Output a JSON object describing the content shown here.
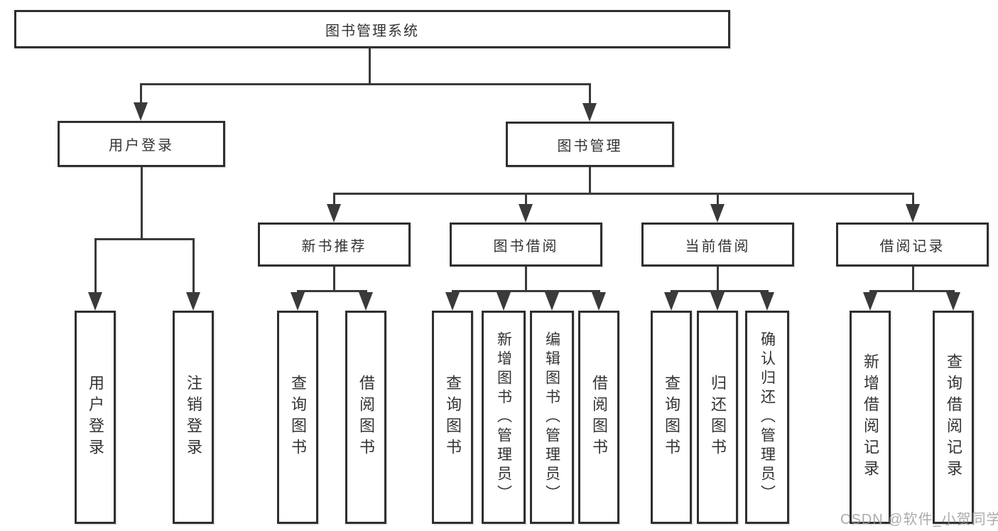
{
  "diagram": {
    "type": "hierarchy-tree",
    "title": "图书管理系统",
    "colors": {
      "background": "#ffffff",
      "box_fill": "#ffffff",
      "box_border": "#2f2f2f",
      "line": "#3a3a3a",
      "text": "#333333",
      "watermark": "#999999"
    }
  },
  "tree": {
    "root": {
      "label": "图书管理系统",
      "children": [
        {
          "label": "用户登录",
          "children": [
            {
              "label": "用户登录"
            },
            {
              "label": "注销登录"
            }
          ]
        },
        {
          "label": "图书管理",
          "children": [
            {
              "label": "新书推荐",
              "children": [
                {
                  "label": "查询图书"
                },
                {
                  "label": "借阅图书"
                }
              ]
            },
            {
              "label": "图书借阅",
              "children": [
                {
                  "label": "查询图书"
                },
                {
                  "label": "新增图书（管理员）"
                },
                {
                  "label": "编辑图书（管理员）"
                },
                {
                  "label": "借阅图书"
                }
              ]
            },
            {
              "label": "当前借阅",
              "children": [
                {
                  "label": "查询图书"
                },
                {
                  "label": "归还图书"
                },
                {
                  "label": "确认归还（管理员）"
                }
              ]
            },
            {
              "label": "借阅记录",
              "children": [
                {
                  "label": "新增借阅记录"
                },
                {
                  "label": "查询借阅记录"
                }
              ]
            }
          ]
        }
      ]
    }
  },
  "watermark": {
    "text": "CSDN @软件_小贺同学"
  }
}
